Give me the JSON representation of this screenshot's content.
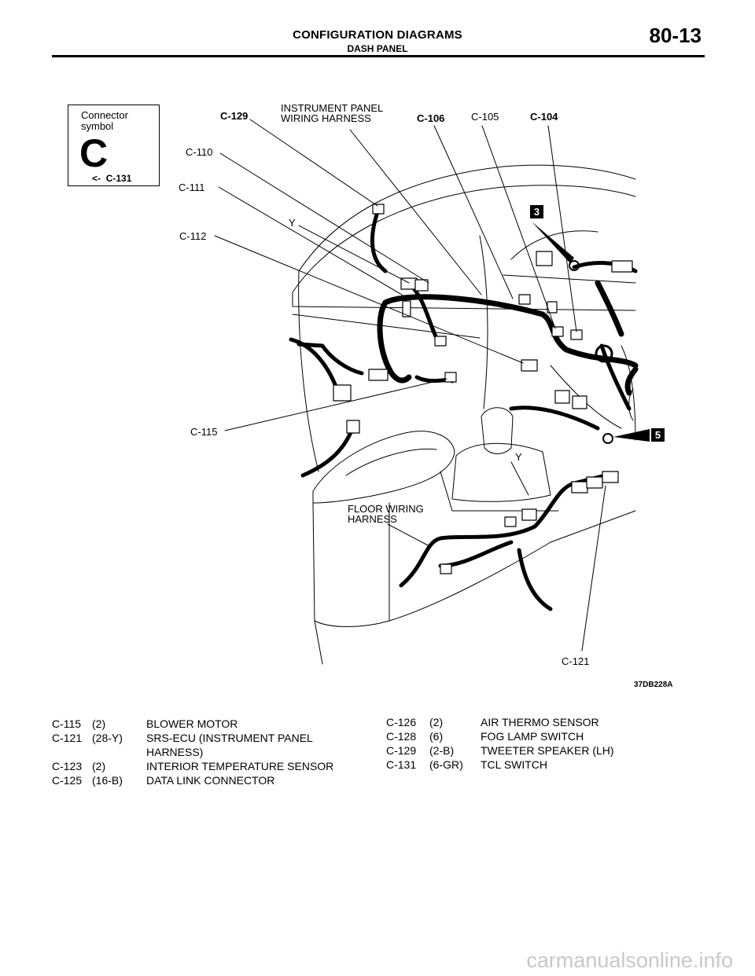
{
  "header": {
    "title": "CONFIGURATION DIAGRAMS",
    "subtitle": "DASH PANEL",
    "page_number": "80-13"
  },
  "connector_symbol": {
    "line1": "Connector",
    "line2": "symbol",
    "letter": "C",
    "arrow": "<-",
    "ref": "C-131"
  },
  "diagram": {
    "labels": {
      "c129": "C-129",
      "ip_harness_1": "INSTRUMENT PANEL",
      "ip_harness_2": "WIRING HARNESS",
      "c106": "C-106",
      "c105": "C-105",
      "c104": "C-104",
      "c110": "C-110",
      "c111": "C-111",
      "y1": "Y",
      "c112": "C-112",
      "c115": "C-115",
      "y2": "Y",
      "floor_1": "FLOOR WIRING",
      "floor_2": "HARNESS",
      "c121": "C-121"
    },
    "badge3": "3",
    "badge5": "5",
    "figure_code": "37DB228A"
  },
  "legend_left": [
    {
      "code": "C-115",
      "pins": "(2)",
      "name": "BLOWER MOTOR",
      "cont": ""
    },
    {
      "code": "C-121",
      "pins": "(28-Y)",
      "name": "SRS-ECU (INSTRUMENT PANEL",
      "cont": "HARNESS)"
    },
    {
      "code": "C-123",
      "pins": "(2)",
      "name": "INTERIOR TEMPERATURE SENSOR",
      "cont": ""
    },
    {
      "code": "C-125",
      "pins": "(16-B)",
      "name": "DATA LINK CONNECTOR",
      "cont": ""
    }
  ],
  "legend_right": [
    {
      "code": "C-126",
      "pins": "(2)",
      "name": "AIR THERMO SENSOR"
    },
    {
      "code": "C-128",
      "pins": "(6)",
      "name": "FOG LAMP SWITCH"
    },
    {
      "code": "C-129",
      "pins": "(2-B)",
      "name": "TWEETER SPEAKER (LH)"
    },
    {
      "code": "C-131",
      "pins": "(6-GR)",
      "name": "TCL SWITCH"
    }
  ],
  "watermark": "carmanualsonline.info"
}
